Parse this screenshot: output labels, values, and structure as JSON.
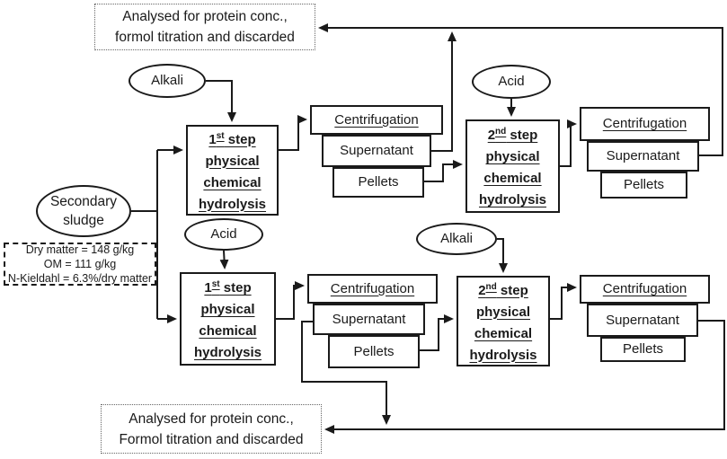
{
  "colors": {
    "ink": "#1a1a1a",
    "background": "#ffffff"
  },
  "discard_note_top": {
    "line1": "Analysed for protein conc.,",
    "line2": "formol titration and discarded"
  },
  "discard_note_bottom": {
    "line1": "Analysed for protein conc.,",
    "line2": "Formol titration and discarded"
  },
  "source": {
    "line1": "Secondary",
    "line2": "sludge"
  },
  "sludge_properties": {
    "dry_matter": "Dry matter = 148 g/kg",
    "organic_matter": "OM = 111 g/kg",
    "nitrogen": "N-Kieldahl = 6.3%/dry matter"
  },
  "reagents": {
    "alkali_top": "Alkali",
    "acid_top": "Acid",
    "acid_bottom": "Acid",
    "alkali_bottom": "Alkali"
  },
  "hydrolysis": {
    "top_first": {
      "num": "1",
      "sup": "st",
      "word": " step",
      "l2": "physical",
      "l3": "chemical",
      "l4": "hydrolysis"
    },
    "top_second": {
      "num": "2",
      "sup": "nd",
      "word": " step",
      "l2": "physical",
      "l3": "chemical",
      "l4": "hydrolysis"
    },
    "bottom_first": {
      "num": "1",
      "sup": "st",
      "word": " step",
      "l2": "physical",
      "l3": "chemical",
      "l4": "hydrolysis"
    },
    "bottom_second": {
      "num": "2",
      "sup": "nd",
      "word": " step",
      "l2": "physical",
      "l3": "chemical",
      "l4": "hydrolysis"
    }
  },
  "centrifugations": {
    "top_mid": {
      "title": "Centrifugation",
      "supernatant": "Supernatant",
      "pellets": "Pellets"
    },
    "top_right": {
      "title": "Centrifugation",
      "supernatant": "Supernatant",
      "pellets": "Pellets"
    },
    "bottom_mid": {
      "title": "Centrifugation",
      "supernatant": "Supernatant",
      "pellets": "Pellets"
    },
    "bottom_right": {
      "title": "Centrifugation",
      "supernatant": "Supernatant",
      "pellets": "Pellets"
    }
  }
}
